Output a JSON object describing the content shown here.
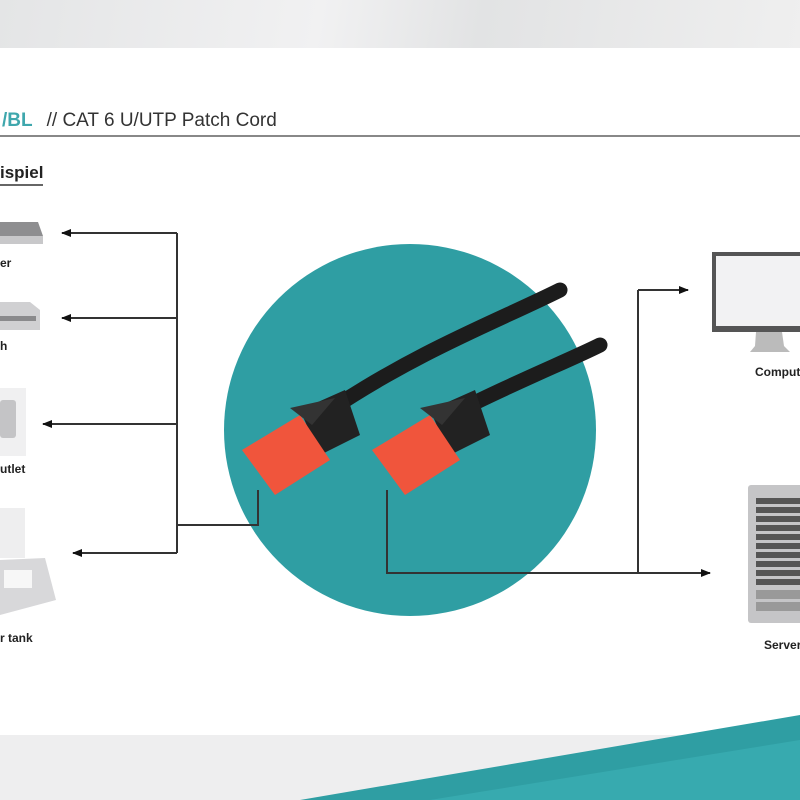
{
  "header": {
    "product_code": "/BL",
    "title": "// CAT 6 U/UTP Patch Cord"
  },
  "section_title": "ispiel",
  "left_devices": [
    {
      "label": "er",
      "icon": "router-icon"
    },
    {
      "label": "h",
      "icon": "switch-icon"
    },
    {
      "label": "utlet",
      "icon": "wall-outlet-icon"
    },
    {
      "label": "r tank",
      "icon": "floor-tank-icon"
    }
  ],
  "right_devices": [
    {
      "label": "Comput",
      "icon": "monitor-icon"
    },
    {
      "label": "Server",
      "icon": "server-icon"
    }
  ],
  "colors": {
    "accent": "#2f9ea3",
    "plug": "#f0553c",
    "cable": "#1c1c1c"
  }
}
